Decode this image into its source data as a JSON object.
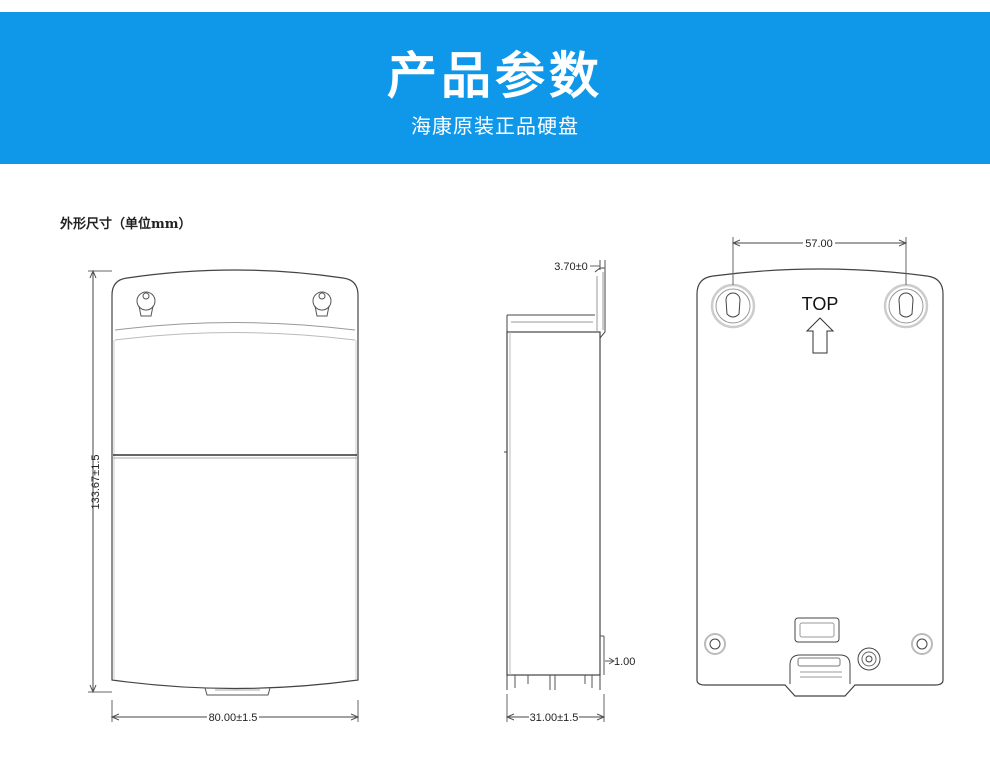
{
  "banner": {
    "title": "产品参数",
    "subtitle": "海康原装正品硬盘",
    "background": "#0f98ea"
  },
  "caption": "外形尺寸（单位mm）",
  "front_view": {
    "width_dim": "80.00±1.5",
    "height_dim": "133.67±1.5"
  },
  "side_view": {
    "top_dim": "3.70±0",
    "bottom_dim": "31.00±1.5",
    "foot_dim": "1.00"
  },
  "back_view": {
    "hole_spacing_dim": "57.00",
    "orientation_label": "TOP"
  }
}
